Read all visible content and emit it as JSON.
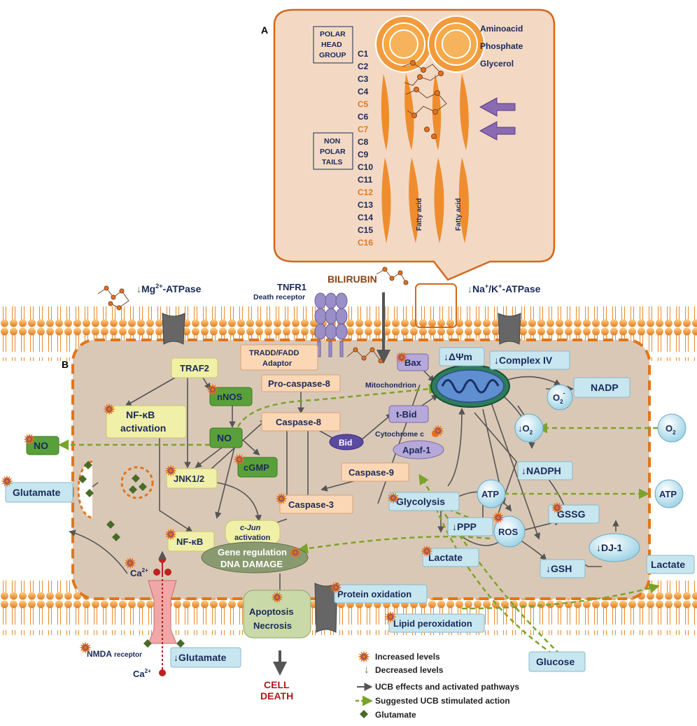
{
  "panel_a": {
    "letter": "A",
    "polar_head_group": [
      "POLAR",
      "HEAD",
      "GROUP"
    ],
    "non_polar_tails": [
      "NON",
      "POLAR",
      "TAILS"
    ],
    "carbons": [
      "C1",
      "C2",
      "C3",
      "C4",
      "C5",
      "C6",
      "C7",
      "C8",
      "C9",
      "C10",
      "C11",
      "C12",
      "C13",
      "C14",
      "C15",
      "C16"
    ],
    "highlighted_carbons": [
      "C5",
      "C7",
      "C12",
      "C16"
    ],
    "head_labels": [
      "Aminoacid",
      "Phosphate",
      "Glycerol"
    ],
    "fatty_acid_label": "Fatty acid"
  },
  "panel_b": {
    "letter": "B",
    "membrane": {
      "mg_atpase": "Mg",
      "mg_atpase_sup": "2+",
      "mg_atpase_suffix": "-ATPase",
      "na_k_atpase_na": "Na",
      "na_k_atpase_k": "/K",
      "na_k_atpase_suffix": "-ATPase",
      "tnfr1": "TNFR1",
      "death_receptor": "Death receptor",
      "bilirubin": "BILIRUBIN"
    },
    "boxes": {
      "tradd_fadd": "TRADD/FADD",
      "adaptor": "Adaptor",
      "traf2": "TRAF2",
      "nnos": "nNOS",
      "nfkb_activation_1": "NF-κB",
      "nfkb_activation_2": "activation",
      "no": "NO",
      "no_outside": "NO",
      "cgmp": "cGMP",
      "jnk": "JNK1/2",
      "nfkb": "NF-κB",
      "cjun_1": "c-Jun",
      "cjun_2": "activation",
      "gene_regulation": "Gene regulation",
      "dna_damage": "DNA DAMAGE",
      "apoptosis": "Apoptosis",
      "necrosis": "Necrosis",
      "cell_death_1": "CELL",
      "cell_death_2": "DEATH",
      "pro_caspase_8": "Pro-caspase-8",
      "caspase_8": "Caspase-8",
      "caspase_9": "Caspase-9",
      "caspase_3": "Caspase-3",
      "bid": "Bid",
      "t_bid": "t-Bid",
      "bax": "Bax",
      "apaf1": "Apaf-1",
      "cytochrome_c": "Cytochrome c",
      "mitochondrion": "Mitochondrion",
      "delta_psi": "↓ΔΨm",
      "complex_iv": "↓Complex IV",
      "nadp": "NADP",
      "o2_superoxide": "O",
      "o2_decreased": "↓O",
      "o2_outside": "O",
      "nadph": "↓NADPH",
      "atp": "ATP",
      "atp_outside": "ATP",
      "glycolysis": "Glycolysis",
      "ppp": "↓PPP",
      "ros": "ROS",
      "gssg": "GSSG",
      "dj1": "↓DJ-1",
      "lactate_in": "Lactate",
      "lactate_out": "Lactate",
      "gsh": "↓GSH",
      "glucose": "Glucose",
      "protein_oxidation": "Protein oxidation",
      "lipid_peroxidation": "Lipid peroxidation",
      "glutamate_out": "Glutamate",
      "glutamate_in": "↓Glutamate",
      "ca_top": "Ca",
      "ca_bottom": "Ca",
      "ca_sup": "2+",
      "nmda": "NMDA",
      "receptor": "receptor"
    }
  },
  "legend": {
    "items": [
      "Increased levels",
      "Decreased levels",
      "UCB effects and activated pathways",
      "Suggested UCB stimulated action",
      "Glutamate"
    ]
  },
  "colors": {
    "membrane_head": "#e88a2a",
    "cell_fill": "#d8c6b4",
    "cell_border": "#e0761a",
    "yellow_box": "#f0f0a0",
    "green_box": "#5aa03a",
    "peach_box": "#fcd7b5",
    "light_blue_box": "#c7e6f0",
    "purple_box": "#b6a8d8",
    "navy_text": "#1a2a5a",
    "dashed_green": "#7aa32a",
    "arrow_gray": "#555555",
    "cell_death_red": "#b01a1a"
  }
}
